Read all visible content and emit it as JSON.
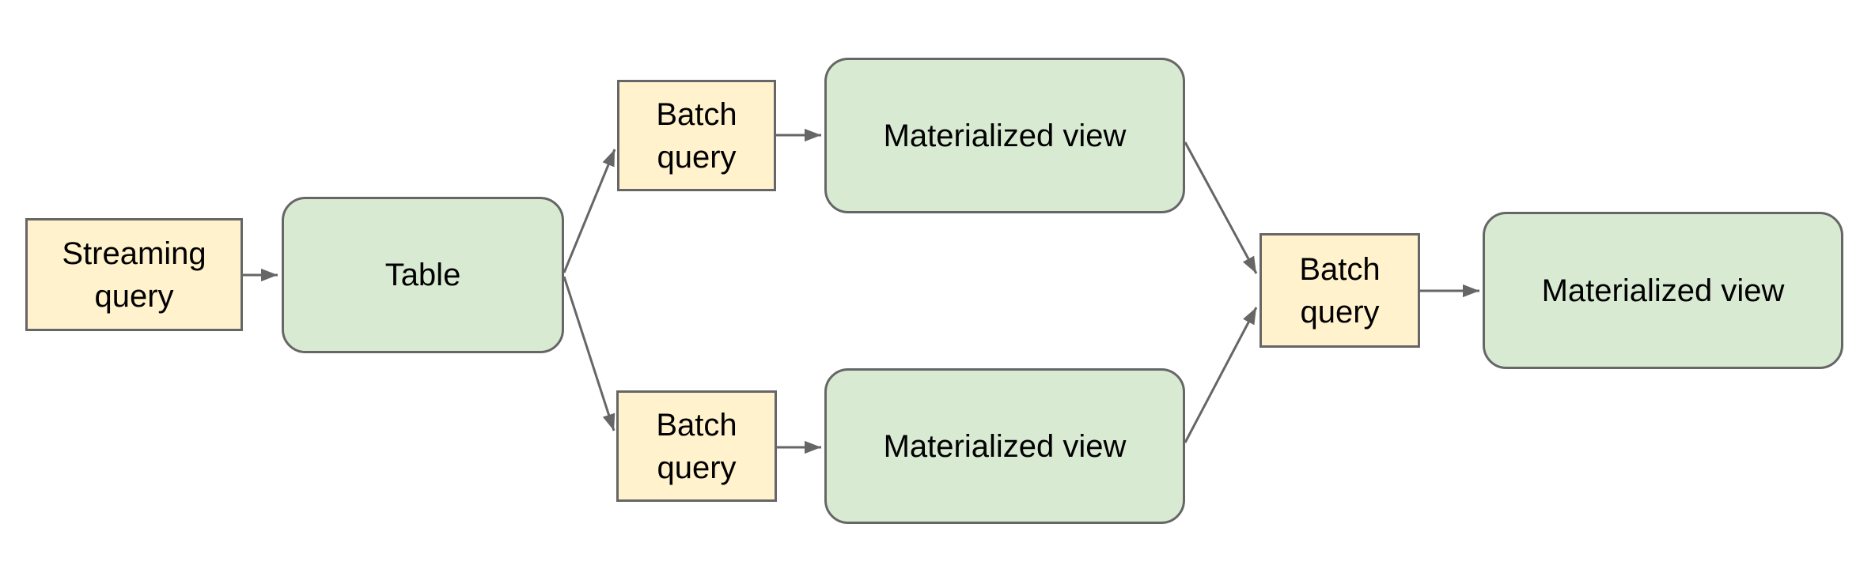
{
  "diagram": {
    "nodes": {
      "streaming_query": {
        "label": "Streaming query",
        "shape": "rectangle",
        "fill": "#fff2cc"
      },
      "table": {
        "label": "Table",
        "shape": "rounded-rectangle",
        "fill": "#d9ead3"
      },
      "batch_query_top": {
        "label": "Batch query",
        "shape": "rectangle",
        "fill": "#fff2cc"
      },
      "materialized_view_top": {
        "label": "Materialized view",
        "shape": "rounded-rectangle",
        "fill": "#d9ead3"
      },
      "batch_query_bottom": {
        "label": "Batch query",
        "shape": "rectangle",
        "fill": "#fff2cc"
      },
      "materialized_view_bottom": {
        "label": "Materialized view",
        "shape": "rounded-rectangle",
        "fill": "#d9ead3"
      },
      "batch_query_right": {
        "label": "Batch query",
        "shape": "rectangle",
        "fill": "#fff2cc"
      },
      "materialized_view_right": {
        "label": "Materialized view",
        "shape": "rounded-rectangle",
        "fill": "#d9ead3"
      }
    },
    "edges": [
      {
        "from": "streaming_query",
        "to": "table"
      },
      {
        "from": "table",
        "to": "batch_query_top"
      },
      {
        "from": "table",
        "to": "batch_query_bottom"
      },
      {
        "from": "batch_query_top",
        "to": "materialized_view_top"
      },
      {
        "from": "batch_query_bottom",
        "to": "materialized_view_bottom"
      },
      {
        "from": "materialized_view_top",
        "to": "batch_query_right"
      },
      {
        "from": "materialized_view_bottom",
        "to": "batch_query_right"
      },
      {
        "from": "batch_query_right",
        "to": "materialized_view_right"
      }
    ],
    "colors": {
      "query_fill": "#fff2cc",
      "table_view_fill": "#d9ead3",
      "border": "#666666",
      "arrow": "#666666",
      "text": "#000000",
      "background": "#ffffff"
    }
  }
}
